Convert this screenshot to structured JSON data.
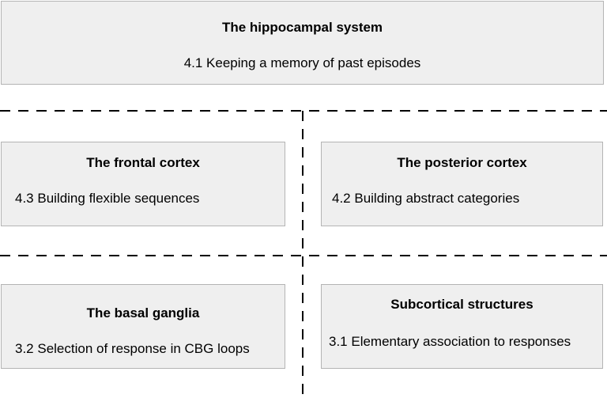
{
  "boxes": {
    "hippocampal": {
      "title": "The hippocampal system",
      "description": "4.1 Keeping a memory of past episodes"
    },
    "frontal": {
      "title": "The frontal cortex",
      "description": "4.3 Building flexible sequences"
    },
    "posterior": {
      "title": "The posterior cortex",
      "description": "4.2 Building abstract categories"
    },
    "basal": {
      "title": "The basal ganglia",
      "description": "3.2 Selection of response in CBG loops"
    },
    "subcortical": {
      "title": "Subcortical structures",
      "description": "3.1 Elementary association to responses"
    }
  },
  "colors": {
    "box_fill": "#efefef",
    "box_border": "#b4b4b4",
    "divider": "#000000"
  }
}
